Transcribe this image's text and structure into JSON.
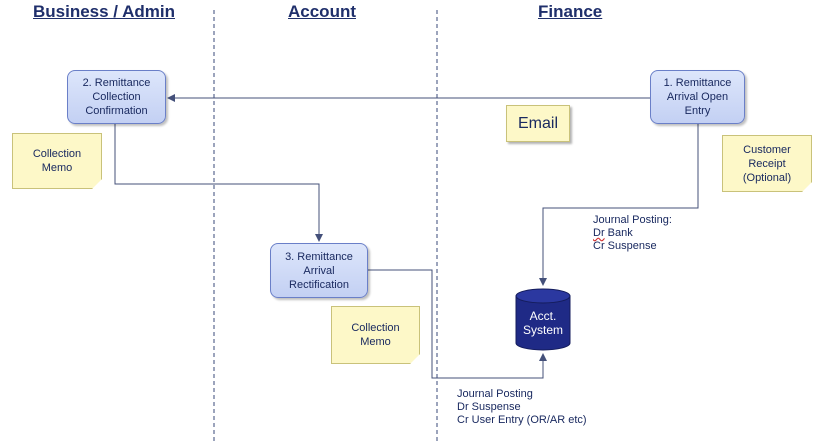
{
  "lanes": {
    "business": "Business / Admin",
    "account": "Account",
    "finance": "Finance"
  },
  "steps": {
    "remittance_arrival_open_entry": "1. Remittance\nArrival Open\nEntry",
    "remittance_collection_confirmation": "2. Remittance\nCollection\nConfirmation",
    "remittance_arrival_rectification": "3. Remittance\nArrival\nRectification"
  },
  "notes": {
    "collection_memo_business": "Collection\nMemo",
    "collection_memo_account": "Collection\nMemo",
    "customer_receipt": "Customer\nReceipt\n(Optional)",
    "email": "Email"
  },
  "postings": {
    "first": {
      "title": "Journal Posting:",
      "debit_prefix": "Dr",
      "debit_account": " Bank",
      "credit": "Cr Suspense"
    },
    "second": {
      "title": "Journal Posting",
      "debit": "Dr Suspense",
      "credit": "Cr User Entry (OR/AR etc)"
    }
  },
  "database": {
    "line1": "Acct.",
    "line2": "System",
    "fill_color": "#1f2a86"
  },
  "colors": {
    "connector": "#44507a",
    "lane_divider": "#3a4a7a"
  }
}
